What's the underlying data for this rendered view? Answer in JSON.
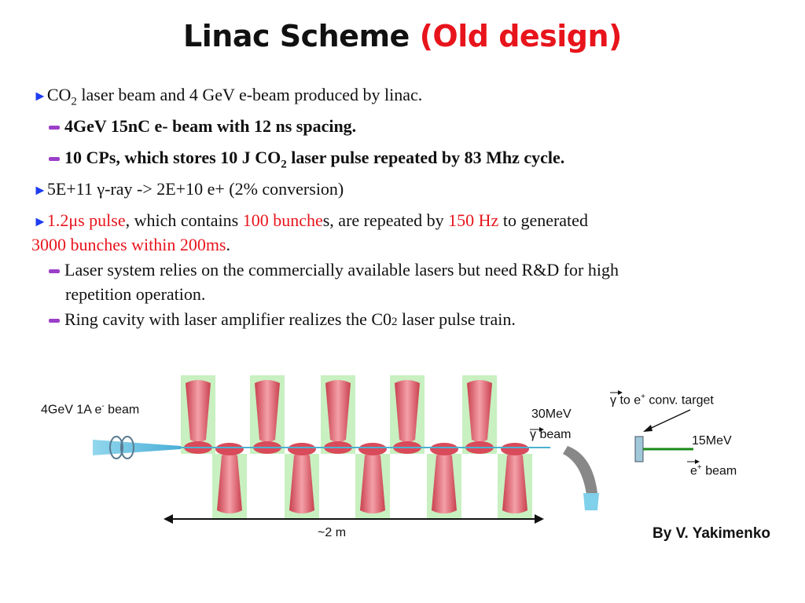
{
  "slide": {
    "title_main": "Linac Scheme ",
    "title_highlight": "(Old design)",
    "bullets": {
      "b1_pre": "CO",
      "b1_sub": "2",
      "b1_post": " laser beam and 4 GeV e-beam produced by linac.",
      "s1": "4GeV 15nC e- beam with 12 ns spacing.",
      "s2_pre": "10 CPs, which stores 10 J CO",
      "s2_sub": "2",
      "s2_post": " laser pulse repeated by 83 Mhz cycle.",
      "b2": "5E+11 γ-ray -> 2E+10 e+ (2% conversion)",
      "b3_a": "1.2μs pulse",
      "b3_b": ", which contains ",
      "b3_c": "100 bunche",
      "b3_d": "s, are repeated by ",
      "b3_e": "150 Hz",
      "b3_f": " to generated",
      "b3_g": "3000 bunches within 200ms",
      "b3_h": ".",
      "s3_line1": "Laser system relies on the commercially available lasers but need R&D for high",
      "s3_line2": "repetition operation.",
      "s4_pre": "Ring cavity with laser amplifier realizes the C0",
      "s4_sub": "2",
      "s4_post": " laser pulse train."
    },
    "diagram": {
      "ebeam_label_pre": "4GeV 1A e",
      "ebeam_label_sup": "-",
      "ebeam_label_post": " beam",
      "gamma_label_1": "30MeV",
      "gamma_label_2": "γ beam",
      "target_label_pre": "γ to e",
      "target_label_sup": "+",
      "target_label_post": " conv. target",
      "positron_label_1": "15MeV",
      "positron_label_2_pre": "e",
      "positron_label_2_sup": "+",
      "positron_label_2_post": " beam",
      "length_label": "~2 m"
    },
    "credit": "By V. Yakimenko",
    "colors": {
      "title_highlight": "#e8141c",
      "bullet_arrow": "#1e3cf0",
      "sub_bullet_dash": "#9b3fc9",
      "laser_pink": "#e05a6a",
      "cavity_green": "#c8f0c0",
      "positron_beam": "#1a8a1a"
    }
  }
}
